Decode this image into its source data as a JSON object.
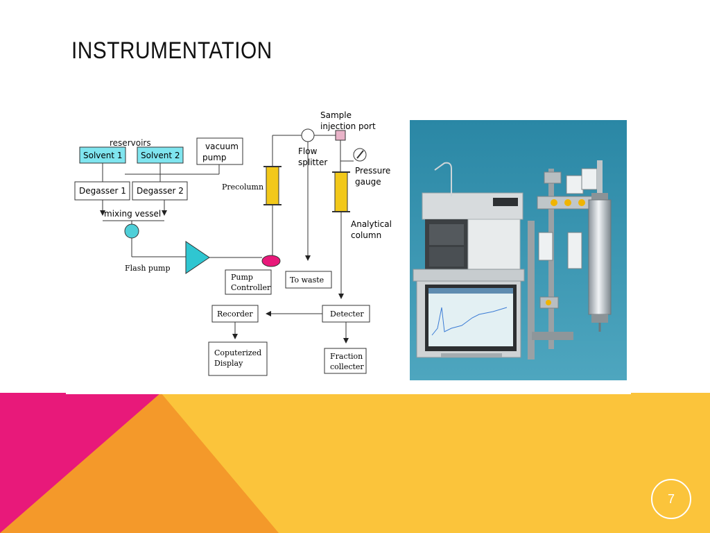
{
  "slide": {
    "title": "INSTRUMENTATION",
    "page_number": "7"
  },
  "diagram": {
    "reservoirs_label": "reservoirs",
    "solvent_1": "Solvent 1",
    "solvent_2": "Solvent 2",
    "vacuum_pump_line1": "vacuum",
    "vacuum_pump_line2": "pump",
    "degasser_1": "Degasser 1",
    "degasser_2": "Degasser 2",
    "mixing_vessel": "mixing vessel",
    "flash_pump": "Flash pump",
    "precolumn": "Precolumn",
    "pump_controller_line1": "Pump",
    "pump_controller_line2": "Controller",
    "sample_port_line1": "Sample",
    "sample_port_line2": "injection port",
    "flow_splitter_line1": "Flow",
    "flow_splitter_line2": "splitter",
    "pressure_gauge_line1": "Pressure",
    "pressure_gauge_line2": "gauge",
    "analytical_column_line1": "Analytical",
    "analytical_column_line2": "column",
    "to_waste": "To waste",
    "recorder": "Recorder",
    "detector": "Detecter",
    "display_line1": "Coputerized",
    "display_line2": "Display",
    "fraction_line1": "Fraction",
    "fraction_line2": "collecter"
  },
  "colors": {
    "magenta": "#e8197a",
    "orange": "#f4992a",
    "yellow": "#fbc43b",
    "solvent_fill": "#7fe5ef",
    "column_fill": "#f2c81a",
    "photo_bg": "#2e8fae"
  }
}
